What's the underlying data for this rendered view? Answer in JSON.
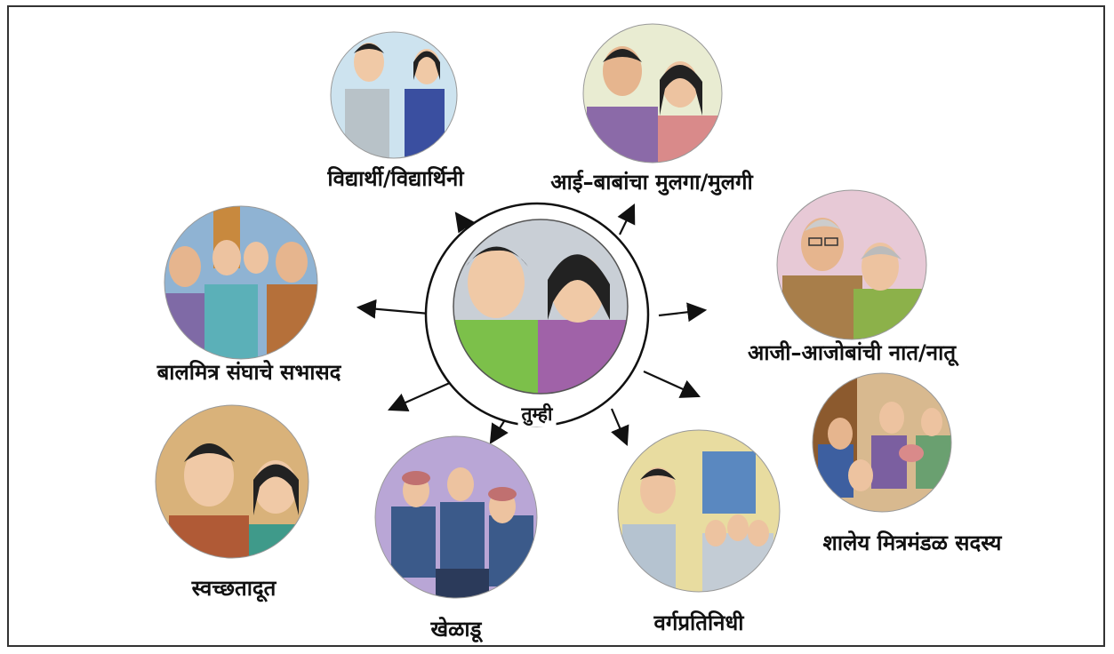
{
  "center": {
    "label": "तुम्ही",
    "icon": "two-children-portrait"
  },
  "roles": [
    {
      "id": "student",
      "label": "विद्यार्थी/विद्यार्थिनी",
      "icon": "students-with-schoolbags"
    },
    {
      "id": "child-of-parents",
      "label": "आई–बाबांचा मुलगा/मुलगी",
      "icon": "father-and-mother"
    },
    {
      "id": "grandchild",
      "label": "आजी–आजोबांची नात/नातू",
      "icon": "grandfather-and-grandmother"
    },
    {
      "id": "school-friends-member",
      "label": "शालेय मित्रमंडळ सदस्य",
      "icon": "group-of-friends"
    },
    {
      "id": "class-representative",
      "label": "वर्गप्रतिनिधी",
      "icon": "class-representative-speaking"
    },
    {
      "id": "player",
      "label": "खेळाडू",
      "icon": "players-team"
    },
    {
      "id": "cleanliness-ambassador",
      "label": "स्वच्छतादूत",
      "icon": "boy-and-girl"
    },
    {
      "id": "children-club-member",
      "label": "बालमित्र संघाचे सभासद",
      "icon": "children-club-meeting"
    }
  ],
  "colors": {
    "border": "#333333",
    "arrow": "#111111",
    "text": "#111111"
  }
}
